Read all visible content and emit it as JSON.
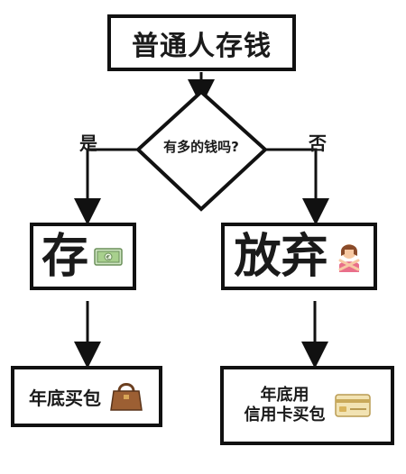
{
  "title": "普通人存钱",
  "decision": "有多的钱吗?",
  "yes_label": "是",
  "no_label": "否",
  "yes_box": "存",
  "no_box": "放弃",
  "yes_result": "年底买包",
  "no_result_line1": "年底用",
  "no_result_line2": "信用卡买包",
  "icons": {
    "money": "money-icon",
    "person": "woman-gesturing-no-icon",
    "bag": "handbag-icon",
    "card": "credit-card-icon"
  }
}
